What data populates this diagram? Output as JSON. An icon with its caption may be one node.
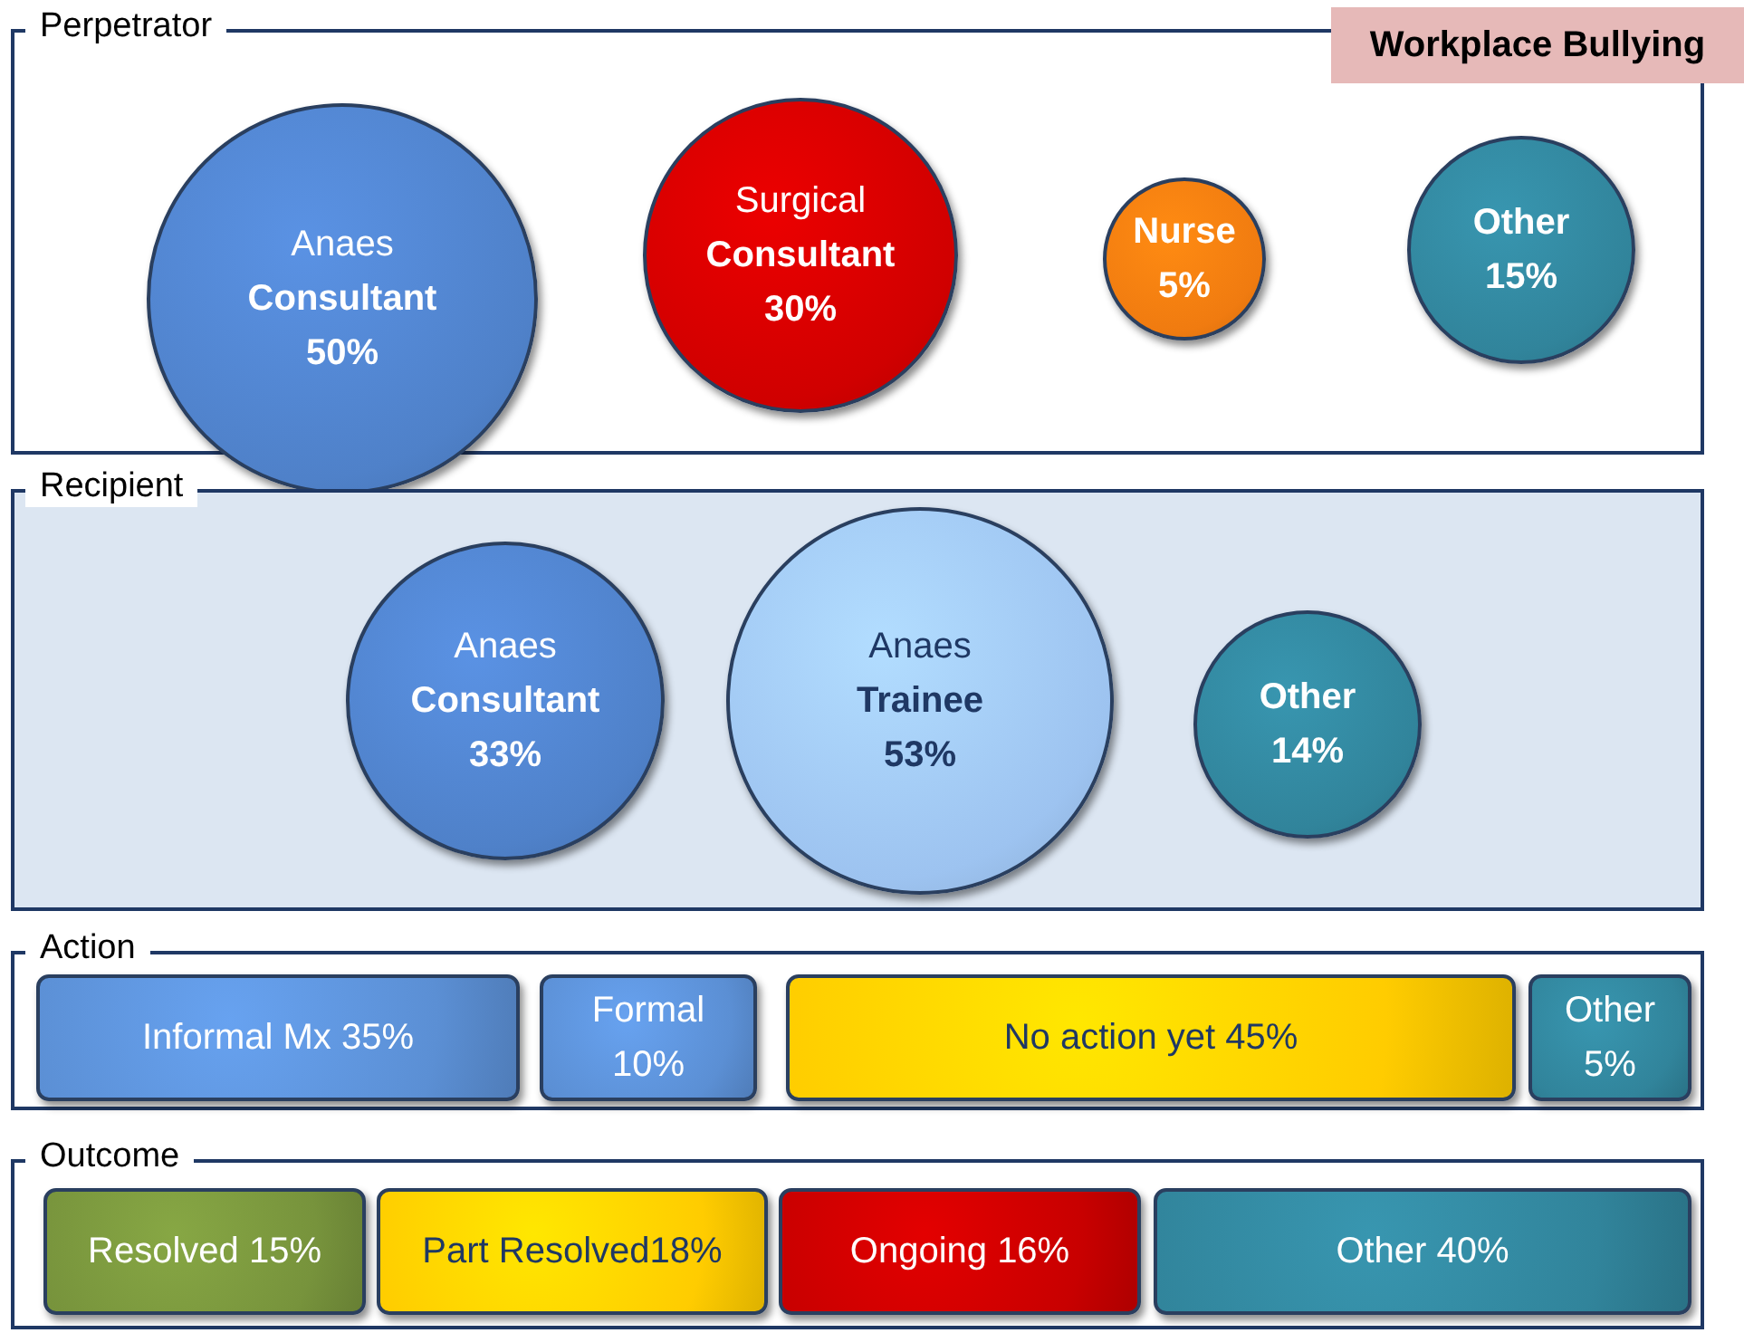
{
  "diagram": {
    "title": "Workplace Bullying",
    "nodes": [
      {
        "text": [
          "Perpetrator"
        ]
      },
      {
        "text": [
          "Anaes **Consultant 50%**"
        ],
        "in": 0
      },
      {
        "text": [
          "Surgical **Consultant 30%**"
        ],
        "in": 0
      },
      {
        "text": [
          "Nurse 5%"
        ],
        "in": 0
      },
      {
        "text": [
          "Other 15%"
        ],
        "in": 0
      },
      {
        "text": [
          "Recipient"
        ]
      },
      {
        "text": [
          "Anaes **Consultant 33%**"
        ],
        "in": 5
      },
      {
        "text": [
          "Anaes **Trainee 53%**"
        ],
        "in": 5
      },
      {
        "text": [
          "Other 14%"
        ],
        "in": 5
      },
      {
        "text": [
          "Action"
        ]
      },
      {
        "text": [
          "Informal Mx 35%"
        ],
        "in": 9
      },
      {
        "text": [
          "Formal 10%"
        ],
        "in": 9
      },
      {
        "text": [
          "No action yet 45%"
        ],
        "in": 9
      },
      {
        "text": [
          "Other 5%"
        ],
        "in": 9
      },
      {
        "text": [
          "Outcome"
        ]
      },
      {
        "text": [
          "Resolved 15%"
        ],
        "in": 14
      },
      {
        "text": [
          "Part Resolved18%"
        ],
        "in": 14
      },
      {
        "text": [
          "Ongoing 16%"
        ],
        "in": 14
      },
      {
        "text": [
          "Other 40%"
        ],
        "in": 14
      }
    ]
  }
}
